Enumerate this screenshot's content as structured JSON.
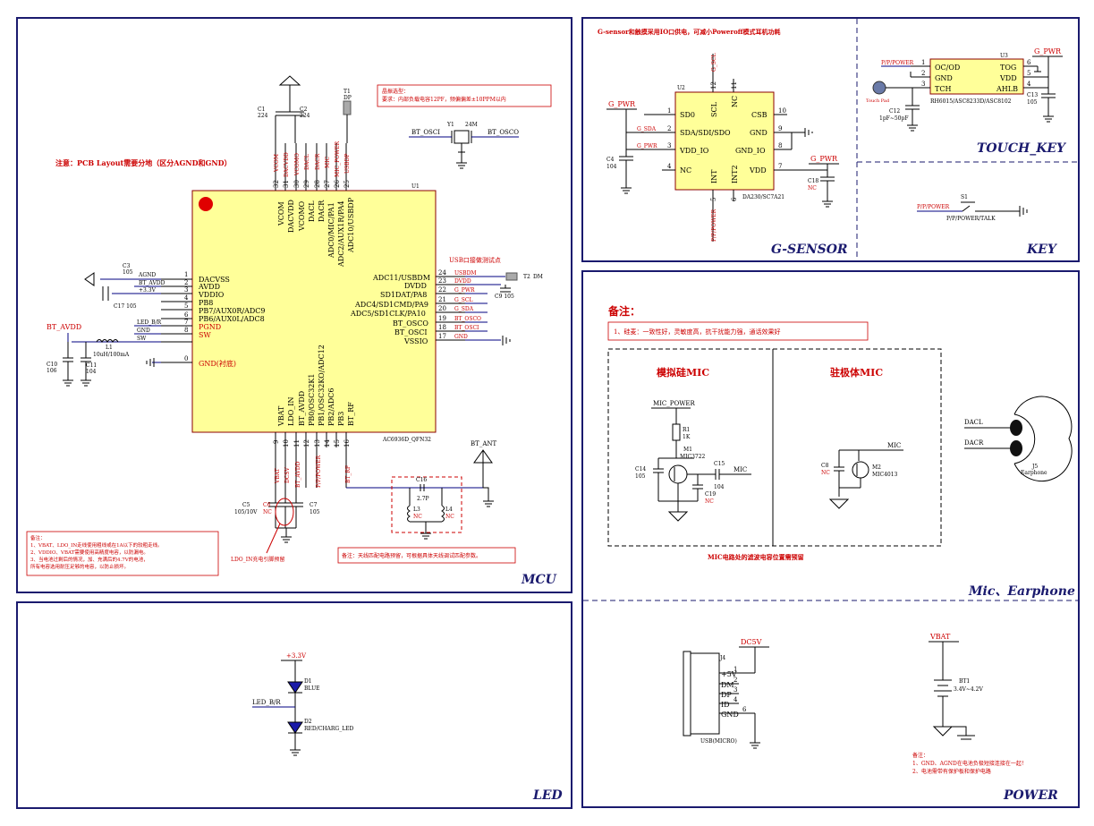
{
  "panels": {
    "mcu": "MCU",
    "led": "LED",
    "gsensor": "G-SENSOR",
    "touch": "TOUCH_KEY",
    "key": "KEY",
    "mic": "Mic、Earphone",
    "power": "POWER"
  },
  "mcu": {
    "note_layout": "注意：PCB Layout需要分地（区分AGND和GND）",
    "chip_name": "U1",
    "chip_part": "AC6936D_QFN32",
    "xtal_note_title": "晶振选型：",
    "xtal_note_body": "要求：内部负载电容12PF，频偏偏差±10PPM以内",
    "usb_note": "USB口接做测试点",
    "ldo_note": "LDO_IN充电引脚预留",
    "note_bottom_title": "备注：",
    "note_bottom_1": "1、VBAT、LDO_IN走线使用粗线或在1A以下的较粗走线。",
    "note_bottom_2": "2、VDDIO、VBAT需要使用高精度电容，以防漏电。",
    "note_bottom_3": "3、当电池过剩后的情况，加、充满后的4.7V的电池，",
    "note_bottom_4": "   所有电容选用耐压足够的电容，以防止损坏。",
    "antenna_note": "备注：天线匹配电路预留，可根据具体天线调试匹配参数。",
    "left_pins": [
      {
        "num": "1",
        "name": "DACVSS",
        "net": "AGND"
      },
      {
        "num": "2",
        "name": "AVDD",
        "net": "BT_AVDD"
      },
      {
        "num": "3",
        "name": "VDDIO",
        "net": "+3.3V"
      },
      {
        "num": "4",
        "name": "PB8",
        "net": ""
      },
      {
        "num": "5",
        "name": "PB7/AUX0R/ADC9",
        "net": ""
      },
      {
        "num": "6",
        "name": "PB6/AUX0L/ADC8",
        "net": "LED_B/R"
      },
      {
        "num": "7",
        "name": "PGND",
        "net": "GND"
      },
      {
        "num": "8",
        "name": "SW",
        "net": "SW"
      },
      {
        "num": "0",
        "name": "GND(衬底)",
        "net": ""
      }
    ],
    "right_pins": [
      {
        "num": "24",
        "name": "ADC11/USBDM",
        "net": "USBDM"
      },
      {
        "num": "23",
        "name": "DVDD",
        "net": "DVDD"
      },
      {
        "num": "22",
        "name": "SD1DAT/PA8",
        "net": "G_PWR"
      },
      {
        "num": "21",
        "name": "ADC4/SD1CMD/PA9",
        "net": "G_SCL"
      },
      {
        "num": "20",
        "name": "ADC5/SD1CLK/PA10",
        "net": "G_SDA"
      },
      {
        "num": "19",
        "name": "BT_OSCO",
        "net": "BT_OSCO"
      },
      {
        "num": "18",
        "name": "BT_OSCI",
        "net": "BT_OSCI"
      },
      {
        "num": "17",
        "name": "VSSIO",
        "net": "GND"
      }
    ],
    "top_pins": [
      {
        "num": "32",
        "name": "VCOM",
        "net": "VCOM"
      },
      {
        "num": "31",
        "name": "DACVDD",
        "net": "DACVDD"
      },
      {
        "num": "30",
        "name": "VCOMO",
        "net": "VCOMO"
      },
      {
        "num": "29",
        "name": "DACL",
        "net": "DACL"
      },
      {
        "num": "28",
        "name": "DACR",
        "net": "DACR"
      },
      {
        "num": "27",
        "name": "ADC0/MIC/PA1",
        "net": "MIC"
      },
      {
        "num": "26",
        "name": "ADC2/AUX1R/PA4",
        "net": "MIC_POWER"
      },
      {
        "num": "25",
        "name": "ADC10/USBDP",
        "net": "USBDP"
      }
    ],
    "bottom_pins": [
      {
        "num": "9",
        "name": "VBAT",
        "net": "VBAT"
      },
      {
        "num": "10",
        "name": "LDO_IN",
        "net": "DCSV"
      },
      {
        "num": "11",
        "name": "BT_AVDD",
        "net": "BT_AVDD"
      },
      {
        "num": "12",
        "name": "PB0/OSC32K1",
        "net": ""
      },
      {
        "num": "13",
        "name": "PB1/OSC32KO/ADC12",
        "net": "P/P/POWER"
      },
      {
        "num": "14",
        "name": "PB2/ADC6",
        "net": ""
      },
      {
        "num": "15",
        "name": "PB3",
        "net": ""
      },
      {
        "num": "16",
        "name": "BT_RF",
        "net": "BT_RF"
      }
    ],
    "parts": {
      "c1": "C1",
      "c1v": "224",
      "c2": "C2",
      "c2v": "224",
      "c3": "C3",
      "c3v": "105",
      "c17": "C17 105",
      "l1": "L1",
      "l1v": "10uH/100mA",
      "c10": "C10",
      "c10v": "106",
      "c11": "C11",
      "c11v": "104",
      "btavdd": "BT_AVDD",
      "t1": "T1",
      "t1v": "DP",
      "y1": "Y1",
      "y1v": "24M",
      "osci": "BT_OSCI",
      "osco": "BT_OSCO",
      "t2": "T2",
      "t2v": "DM",
      "c9": "C9 105",
      "c5": "C5",
      "c5v": "105/10V",
      "c6": "C6",
      "c6v": "NC",
      "c7": "C7",
      "c7v": "105",
      "c16": "C16",
      "c16v": "2.7P",
      "l3": "L3",
      "l3v": "NC",
      "l4": "L4",
      "l4v": "NC",
      "btant": "BT_ANT"
    }
  },
  "gsensor": {
    "note": "G-sensor和触摸采用IO口供电，可减小Poweroff模式耳机功耗",
    "chip": "U2",
    "part": "DA230/SC7A21",
    "gpwr": "G_PWR",
    "c4": "C4",
    "c4v": "104",
    "c18": "C18",
    "c18v": "NC",
    "pins_left": [
      {
        "num": "1",
        "name": "SD0",
        "net": ""
      },
      {
        "num": "2",
        "name": "SDA/SDI/SDO",
        "net": "G_SDA"
      },
      {
        "num": "3",
        "name": "VDD_IO",
        "net": "G_PWR"
      },
      {
        "num": "4",
        "name": "NC",
        "net": ""
      }
    ],
    "pins_right": [
      {
        "num": "10",
        "name": "CSB"
      },
      {
        "num": "9",
        "name": "GND"
      },
      {
        "num": "8",
        "name": "GND_IO"
      },
      {
        "num": "7",
        "name": "VDD"
      }
    ],
    "pins_top": [
      {
        "num": "12",
        "name": "SCL",
        "net": "G_SCL"
      },
      {
        "num": "11",
        "name": "NC"
      }
    ],
    "pins_bottom": [
      {
        "num": "5",
        "name": "INT",
        "net": "P/P/POWER"
      },
      {
        "num": "6",
        "name": "INT2"
      }
    ]
  },
  "touch": {
    "chip": "U3",
    "part": "RH6015/ASC8233D/ASC8102",
    "gpwr": "G_PWR",
    "ppower": "P/P/POWER",
    "touchpad": "Touch Pad",
    "c12": "C12",
    "c12v": "1pF~50pF",
    "c13": "C13",
    "c13v": "105",
    "pins_left": [
      {
        "num": "1",
        "name": "OC/OD"
      },
      {
        "num": "2",
        "name": "GND"
      },
      {
        "num": "3",
        "name": "TCH"
      }
    ],
    "pins_right": [
      {
        "num": "6",
        "name": "TOG"
      },
      {
        "num": "5",
        "name": "VDD"
      },
      {
        "num": "4",
        "name": "AHLB"
      }
    ]
  },
  "key": {
    "net": "P/P/POWER",
    "sw": "S1",
    "label": "P/P/POWER/TALK"
  },
  "mic": {
    "note_title": "备注：",
    "note_body": "1、硅麦：一致性好，灵敏度高，抗干扰能力强，通话效果好",
    "analog_title": "模拟硅MIC",
    "electret_title": "驻极体MIC",
    "mic_power": "MIC_POWER",
    "r1": "R1",
    "r1v": "1K",
    "m1": "M1",
    "m1v": "MIC3722",
    "c14": "C14",
    "c14v": "105",
    "c15": "C15",
    "c15v": "104",
    "c19": "C19",
    "c19v": "NC",
    "mic_net": "MIC",
    "c8": "C8",
    "c8v": "NC",
    "m2": "M2",
    "m2v": "MIC4013",
    "bottom_note": "MIC电路处的滤波电容位置需预留",
    "dacl": "DACL",
    "dacr": "DACR",
    "j5": "J5",
    "j5v": "Earphone"
  },
  "power": {
    "dc5v": "DC5V",
    "j4": "J4",
    "usb_part": "USB(MICRO)",
    "pins": [
      {
        "num": "1",
        "name": "+5V"
      },
      {
        "num": "2",
        "name": "DM"
      },
      {
        "num": "3",
        "name": "DP"
      },
      {
        "num": "4",
        "name": "ID"
      },
      {
        "num": "6",
        "name": "GND"
      }
    ],
    "vbat": "VBAT",
    "bt1": "BT1",
    "bt1v": "3.4V~4.2V",
    "note_title": "备注：",
    "note_1": "1、GND、AGND在电池负极短接连接在一起！",
    "note_2": "2、电池需带有保护板和保护电路"
  },
  "led": {
    "vcc": "+3.3V",
    "d1": "D1",
    "d1v": "BLUE",
    "d2": "D2",
    "d2v": "RED/CHARG_LED",
    "net": "LED_B/R"
  }
}
